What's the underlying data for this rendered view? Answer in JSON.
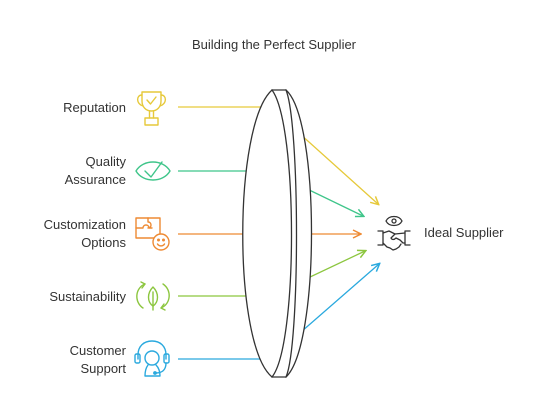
{
  "title": "Building the Perfect Supplier",
  "target": {
    "label": "Ideal Supplier",
    "icon": "handshake-eye-icon",
    "color": "#333333"
  },
  "inputs": [
    {
      "lines": [
        "Reputation"
      ],
      "icon": "trophy-icon",
      "color": "#E6C93A"
    },
    {
      "lines": [
        "Quality",
        "Assurance"
      ],
      "icon": "checkmark-eye-icon",
      "color": "#3FC58A"
    },
    {
      "lines": [
        "Customization",
        "Options"
      ],
      "icon": "puzzle-smile-icon",
      "color": "#EE8A33"
    },
    {
      "lines": [
        "Sustainability"
      ],
      "icon": "leaf-cycle-icon",
      "color": "#8CC63F"
    },
    {
      "lines": [
        "Customer",
        "Support"
      ],
      "icon": "headset-support-icon",
      "color": "#2AA9DE"
    }
  ],
  "lens": {
    "stroke": "#333333"
  }
}
